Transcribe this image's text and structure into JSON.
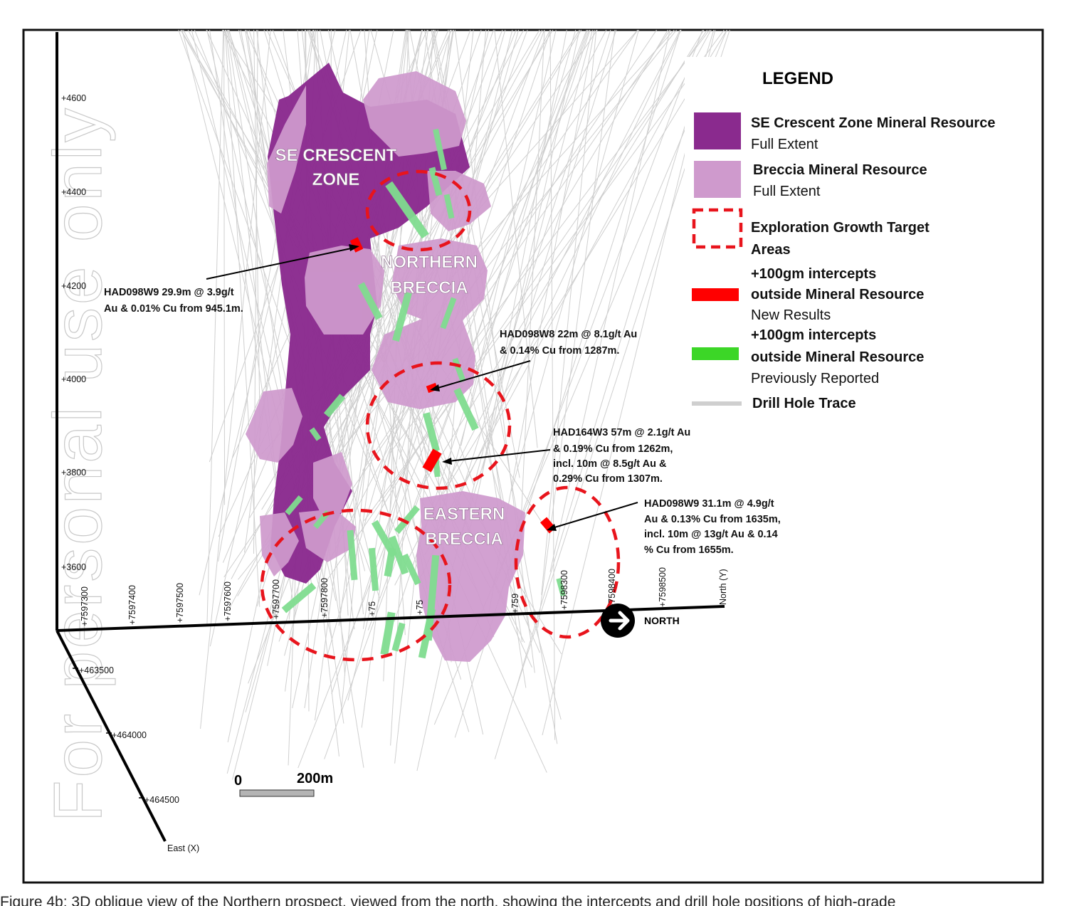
{
  "watermark": "For personal use only",
  "colors": {
    "se_crescent": "#8a2a8e",
    "breccia": "#cf9acd",
    "target_outline": "#e8141c",
    "new_intercept": "#ff0000",
    "prev_intercept": "#7fdc8f",
    "drill_trace": "#cfcfcf"
  },
  "legend": {
    "title": "LEGEND",
    "items": [
      {
        "line1": "SE Crescent Zone Mineral Resource",
        "line2": "Full Extent"
      },
      {
        "line1": "Breccia Mineral Resource",
        "line2": "Full Extent"
      },
      {
        "line1": "Exploration Growth Target",
        "line2": "Areas"
      },
      {
        "line1": "+100gm intercepts",
        "line2": "outside Mineral  Resource",
        "line3": "New Results"
      },
      {
        "line1": "+100gm intercepts",
        "line2": "outside Mineral Resource",
        "line3": "Previously Reported"
      },
      {
        "line1": "Drill Hole Trace"
      }
    ]
  },
  "zones": {
    "se_crescent": [
      "SE CRESCENT",
      "ZONE"
    ],
    "northern": [
      "NORTHERN",
      "BRECCIA"
    ],
    "eastern": [
      "EASTERN",
      "BRECCIA"
    ]
  },
  "elevation_ticks": [
    "+4600",
    "+4400",
    "+4200",
    "+4000",
    "+3800",
    "+3600"
  ],
  "northing_ticks": [
    "+7597300",
    "+7597400",
    "+7597500",
    "+7597600",
    "+7597700",
    "+7597800",
    "+75",
    "+75",
    "+759",
    "+7598300",
    "+7598400",
    "+7598500"
  ],
  "north_axis_label": "North (Y)",
  "north_arrow_label": "NORTH",
  "easting_ticks": [
    "+463500",
    "+464000",
    "+464500"
  ],
  "east_axis_label": "East (X)",
  "scale": {
    "zero": "0",
    "length": "200m"
  },
  "annotations": [
    {
      "lines": [
        "HAD098W9 29.9m @ 3.9g/t",
        "Au & 0.01% Cu from 945.1m."
      ]
    },
    {
      "lines": [
        "HAD098W8 22m @ 8.1g/t Au",
        "& 0.14% Cu from 1287m."
      ]
    },
    {
      "lines": [
        "HAD164W3 57m @ 2.1g/t Au",
        "& 0.19% Cu from 1262m,",
        "incl. 10m @ 8.5g/t Au &",
        "0.29% Cu from 1307m."
      ]
    },
    {
      "lines": [
        "HAD098W9 31.1m @ 4.9g/t",
        "Au & 0.13% Cu from 1635m,",
        "incl. 10m @ 13g/t Au & 0.14",
        "% Cu from 1655m."
      ]
    }
  ],
  "caption": "Figure 4b: 3D oblique view of the Northern prospect, viewed from the north, showing the intercepts and drill hole positions of high-grade"
}
